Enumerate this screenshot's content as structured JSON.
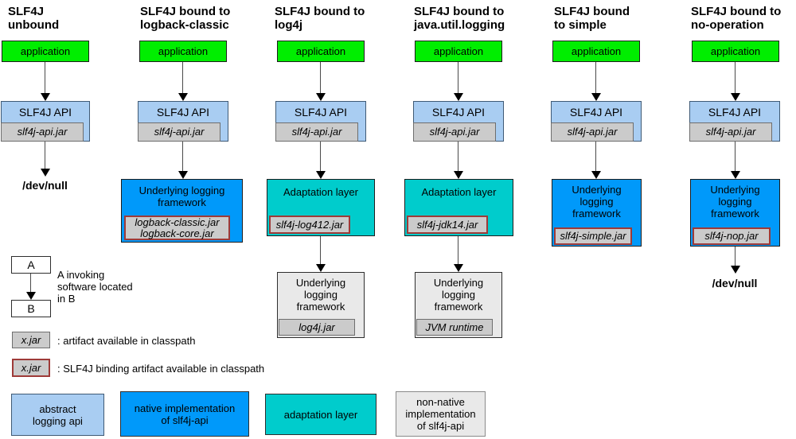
{
  "colors": {
    "application_green": "#00ee00",
    "abstract_api_blue": "#a9cdf2",
    "native_impl_blue": "#0099fa",
    "adaptation_teal": "#00cccc",
    "artifact_gray": "#cbcbcb",
    "nonnative_gray": "#e9e9e9",
    "binding_border_red": "#9e3a38"
  },
  "columns": [
    {
      "title": [
        "SLF4J",
        "unbound"
      ],
      "app": "application",
      "api": "SLF4J API",
      "api_jar": "slf4j-api.jar",
      "dest": "/dev/null"
    },
    {
      "title": [
        "SLF4J bound to",
        "logback-classic"
      ],
      "app": "application",
      "api": "SLF4J API",
      "api_jar": "slf4j-api.jar",
      "framework": [
        "Underlying logging",
        "framework"
      ],
      "framework_jars": [
        "logback-classic.jar",
        "logback-core.jar"
      ]
    },
    {
      "title": [
        "SLF4J bound to",
        "log4j"
      ],
      "app": "application",
      "api": "SLF4J API",
      "api_jar": "slf4j-api.jar",
      "adaptation": "Adaptation layer",
      "adaptation_jar": "slf4j-log412.jar",
      "framework": [
        "Underlying",
        "logging",
        "framework"
      ],
      "framework_jar": "log4j.jar"
    },
    {
      "title": [
        "SLF4J bound to",
        "java.util.logging"
      ],
      "app": "application",
      "api": "SLF4J API",
      "api_jar": "slf4j-api.jar",
      "adaptation": "Adaptation layer",
      "adaptation_jar": "slf4j-jdk14.jar",
      "framework": [
        "Underlying",
        "logging",
        "framework"
      ],
      "framework_jar": "JVM runtime"
    },
    {
      "title": [
        "SLF4J bound",
        "to simple"
      ],
      "app": "application",
      "api": "SLF4J API",
      "api_jar": "slf4j-api.jar",
      "framework": [
        "Underlying",
        "logging",
        "framework"
      ],
      "framework_jar": "slf4j-simple.jar"
    },
    {
      "title": [
        "SLF4J bound to",
        "no-operation"
      ],
      "app": "application",
      "api": "SLF4J API",
      "api_jar": "slf4j-api.jar",
      "framework": [
        "Underlying",
        "logging",
        "framework"
      ],
      "framework_jar": "slf4j-nop.jar",
      "dest": "/dev/null"
    }
  ],
  "legend": {
    "box_a": "A",
    "box_b": "B",
    "invoke_note": [
      "A invoking",
      "software located",
      "in B"
    ],
    "artifact_jar": "x.jar",
    "artifact_note": ": artifact available in classpath",
    "binding_jar": "x.jar",
    "binding_note": ": SLF4J binding artifact available in classpath"
  },
  "key": [
    {
      "label": [
        "abstract",
        "logging api"
      ]
    },
    {
      "label": [
        "native implementation",
        "of slf4j-api"
      ]
    },
    {
      "label": [
        "adaptation layer"
      ]
    },
    {
      "label": [
        "non-native",
        "implementation",
        "of slf4j-api"
      ]
    }
  ]
}
